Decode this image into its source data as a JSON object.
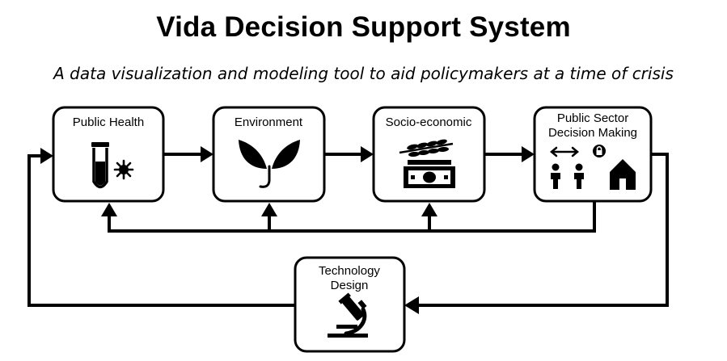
{
  "title": "Vida Decision Support System",
  "subtitle": "A data visualization and modeling tool to aid policymakers at a time of crisis",
  "nodes": {
    "public_health": {
      "label": "Public Health",
      "icon": "test-tube-virus-icon"
    },
    "environment": {
      "label": "Environment",
      "icon": "sprout-icon"
    },
    "socio_economic": {
      "label": "Socio-economic",
      "icon": "wheat-and-money-icon"
    },
    "public_sector": {
      "label_line1": "Public Sector",
      "label_line2": "Decision Making",
      "icon": "people-exchange-lock-house-icon"
    },
    "technology": {
      "label_line1": "Technology",
      "label_line2": "Design",
      "icon": "microscope-icon"
    }
  },
  "edges": [
    {
      "from": "Public Health",
      "to": "Environment"
    },
    {
      "from": "Environment",
      "to": "Socio-economic"
    },
    {
      "from": "Socio-economic",
      "to": "Public Sector Decision Making"
    },
    {
      "from": "Public Sector Decision Making",
      "to": "Public Health"
    },
    {
      "from": "Public Sector Decision Making",
      "to": "Environment"
    },
    {
      "from": "Public Sector Decision Making",
      "to": "Socio-economic"
    },
    {
      "from": "Public Sector Decision Making",
      "to": "Technology Design"
    },
    {
      "from": "Technology Design",
      "to": "Public Health"
    }
  ]
}
